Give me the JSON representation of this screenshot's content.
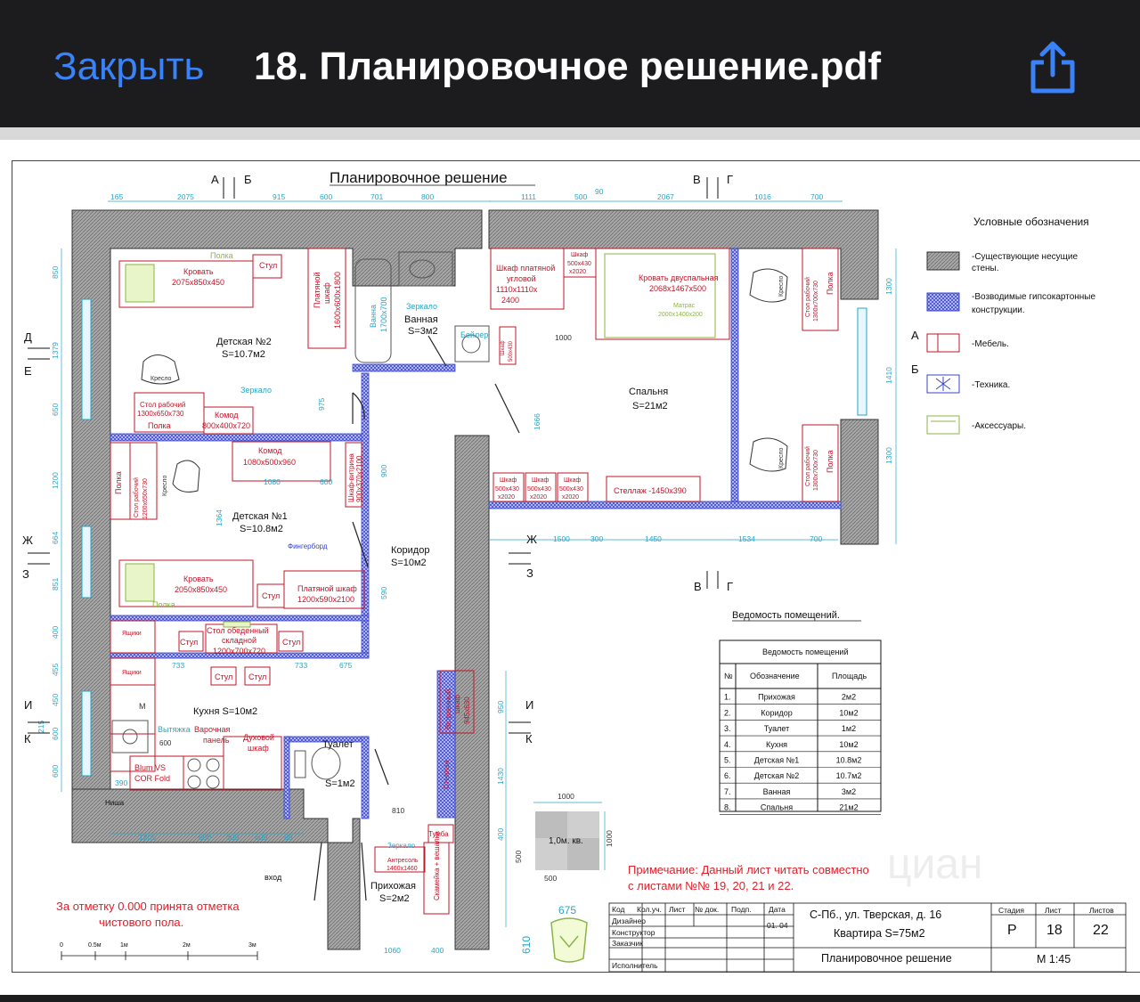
{
  "header": {
    "close_label": "Закрыть",
    "title": "18. Планировочное решение.pdf",
    "share_icon": "share-icon"
  },
  "drawing": {
    "title": "Планировочное решение",
    "section_marks": {
      "a": "А",
      "b": "Б",
      "v": "В",
      "g": "Г",
      "d": "Д",
      "e": "Е",
      "zh": "Ж",
      "z": "З",
      "i": "И",
      "k": "К"
    },
    "top_dims_left": [
      "165",
      "2075",
      "915",
      "600",
      "701",
      "800"
    ],
    "top_dims_right": [
      "1111",
      "500",
      "90",
      "2067",
      "1016",
      "700"
    ],
    "left_dims": [
      "850",
      "1379",
      "650",
      "1200",
      "664",
      "851",
      "400",
      "455",
      "450",
      "600",
      "600",
      "215"
    ],
    "bottom_dims": [
      "1205",
      "600",
      "300",
      "600",
      "80",
      "390"
    ],
    "misc_dims": [
      "975",
      "900",
      "590",
      "1364",
      "1080",
      "600",
      "733",
      "733",
      "675",
      "1000",
      "1666",
      "1500",
      "300",
      "1450",
      "1534",
      "700",
      "1300",
      "1410",
      "1300",
      "950",
      "1430",
      "810",
      "400",
      "1060",
      "400",
      "500",
      "1000",
      "1000",
      "500",
      "675",
      "610"
    ],
    "rooms": {
      "det2_name": "Детская №2",
      "det2_area": "S=10.7м2",
      "det1_name": "Детская №1",
      "det1_area": "S=10.8м2",
      "bath_name": "Ванная",
      "bath_area": "S=3м2",
      "bed_name": "Спальня",
      "bed_area": "S=21м2",
      "cor_name": "Коридор",
      "cor_area": "S=10м2",
      "kit_name": "Кухня S=10м2",
      "wc_name": "Туалет",
      "wc_area": "S=1м2",
      "hall_name": "Прихожая",
      "hall_area": "S=2м2"
    },
    "furniture": {
      "bed2": "Кровать",
      "bed2_size": "2075x850x450",
      "stool": "Стул",
      "shelf": "Полка",
      "wardrobe1": "Платяной",
      "wardrobe1b": "шкаф",
      "wardrobe1c": "1600x600x1800",
      "bathtub": "Ванна",
      "bathtub_size": "1700x700",
      "mirror": "Зеркало",
      "boiler": "Бойлер",
      "desk": "Стол рабочий",
      "desk_size": "1300x650x730",
      "armchair": "Кресло",
      "dresser": "Комод",
      "dresser_size": "800x400x720",
      "dresser2_size": "1080x500x960",
      "desk1_size": "1200x650x730",
      "showcase": "Шкаф-витрина",
      "showcase_size": "900x370x2100",
      "fingerboard": "Фингерборд",
      "bed1_size": "2050x850x450",
      "wardrobe2": "Платяной шкаф",
      "wardrobe2_size": "1200x590x2100",
      "drawers": "Ящики",
      "table": "Стол обеденный",
      "table2": "складной",
      "table_size": "1200x700x720",
      "hood": "Вытяжка",
      "hob": "Варочная",
      "hob2": "панель",
      "oven": "Духовой",
      "oven2": "шкаф",
      "blum": "Blum VS",
      "blum2": "COR Fold",
      "niche": "Ниша",
      "corner": "Шкаф платяной",
      "corner2": "угловой",
      "corner_size": "1110x1110x",
      "corner_h": "2400",
      "cab": "Шкаф",
      "cab_size": "500x430",
      "cab_h": "x2020",
      "king_bed": "Кровать двуспальная",
      "king_bed_size": "2068x1467x500",
      "mattress": "Матрас",
      "mattress_size": "2000x1400x200",
      "rack": "Стеллаж -1450x390",
      "desk_bed_size": "1300x700x730",
      "built_in": "Встроенный",
      "built_in2": "шкаф",
      "built_in_size": "945x630",
      "rack2": "Стеллаж",
      "cabinet": "Тумба",
      "mezz": "Антресоль",
      "mezz_size": "1460x1460",
      "bench": "Скамейка + вешалка",
      "entry": "вход",
      "wash": "М"
    },
    "legend": {
      "title": "Условные обозначения",
      "walls": "-Существующие несущие стены.",
      "walls_a": "-Существующие несущие",
      "walls_b": "стены.",
      "gypsum_a": "-Возводимые гипсокартонные",
      "gypsum_b": "конструкции.",
      "furniture": "-Мебель.",
      "tech": "-Техника.",
      "accessories": "-Аксессуары."
    },
    "schedule": {
      "caption": "Ведомость помещений.",
      "title": "Ведомость помещений",
      "col_num": "№",
      "col_name": "Обозначение",
      "col_area": "Площадь",
      "rows": [
        {
          "n": "1.",
          "name": "Прихожая",
          "area": "2м2"
        },
        {
          "n": "2.",
          "name": "Коридор",
          "area": "10м2"
        },
        {
          "n": "3.",
          "name": "Туалет",
          "area": "1м2"
        },
        {
          "n": "4.",
          "name": "Кухня",
          "area": "10м2"
        },
        {
          "n": "5.",
          "name": "Детская №1",
          "area": "10.8м2"
        },
        {
          "n": "6.",
          "name": "Детская №2",
          "area": "10.7м2"
        },
        {
          "n": "7.",
          "name": "Ванная",
          "area": "3м2"
        },
        {
          "n": "8.",
          "name": "Спальня",
          "area": "21м2"
        }
      ]
    },
    "sample_square": "1,0м. кв.",
    "note_line1": "Примечание: Данный лист читать совместно",
    "note_line2": "с листами №№ 19, 20, 21 и 22.",
    "level_note1": "За отметку 0.000 принята отметка",
    "level_note2": "чистового пола.",
    "scale_labels": [
      "0",
      "0.5м",
      "1м",
      "2м",
      "3м"
    ],
    "watermark": "циан",
    "title_block": {
      "h_code": "Код",
      "h_qty": "Кол.уч.",
      "h_sheet": "Лист",
      "h_doc": "№ док.",
      "h_sign": "Подп.",
      "h_date": "Дата",
      "designer": "Дизайнер",
      "constructor": "Конструктор",
      "client": "Заказчик",
      "executor": "Исполнитель",
      "date": "01. 04",
      "address": "С-Пб., ул. Тверская, д. 16",
      "flat": "Квартира S=75м2",
      "sheet_name": "Планировочное решение",
      "stage_h": "Стадия",
      "sheet_h": "Лист",
      "sheets_h": "Листов",
      "stage": "Р",
      "sheet_no": "18",
      "sheets_total": "22",
      "scale": "М 1:45"
    }
  },
  "colors": {
    "accent": "#3a82f7",
    "topbar": "#1c1c1e",
    "walls": "#9b9b9b",
    "gypsum": "#3a45d0",
    "furniture": "#c0162a",
    "dims": "#2aa6c7",
    "note": "#e0202a"
  }
}
